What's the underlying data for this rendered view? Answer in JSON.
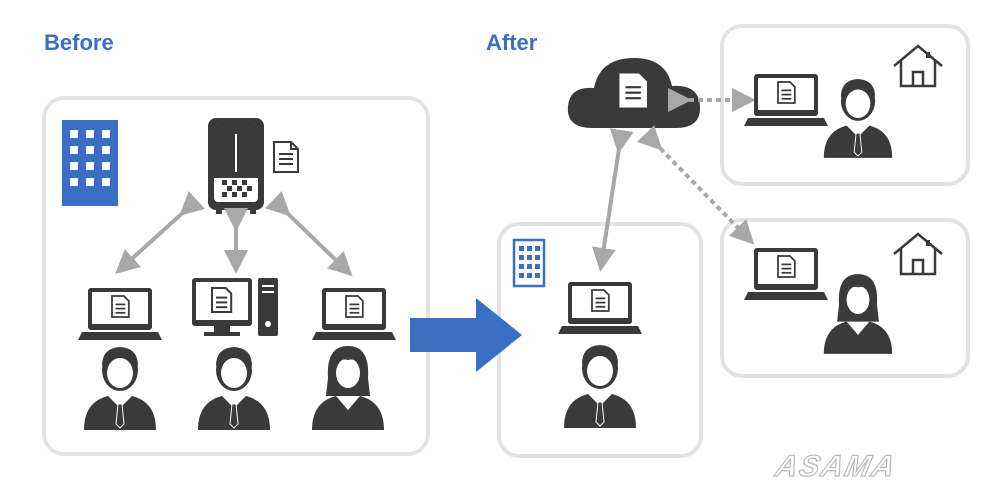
{
  "labels": {
    "before": "Before",
    "after": "After"
  },
  "logo_text": "ASAMA",
  "colors": {
    "accent_blue": "#3a6fc4",
    "dark": "#3a3a3a",
    "arrow_gray": "#a8a8a8",
    "panel_border": "#e3e3e3"
  }
}
